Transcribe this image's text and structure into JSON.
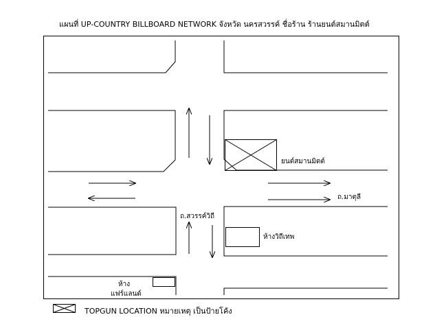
{
  "title": "แผนที่ UP-COUNTRY BILLBOARD NETWORK จังหวัด นครสวรรค์ ชื่อร้าน ร้านยนต์สมานมิตต์",
  "labels": {
    "shop_main": "ยนต์สมานมิตต์",
    "road_east": "ถ.มาตุลี",
    "road_south": "ถ.สวรรค์วิถี",
    "shop_vithep": "ห้างวิถีเทพ",
    "shop_fairland_line1": "ห้าง",
    "shop_fairland_line2": "แฟร์แลนด์"
  },
  "legend": {
    "text": "TOPGUN LOCATION หมายเหตุ เป็นป้ายโค้ง",
    "icon": "crossed-box-icon"
  }
}
